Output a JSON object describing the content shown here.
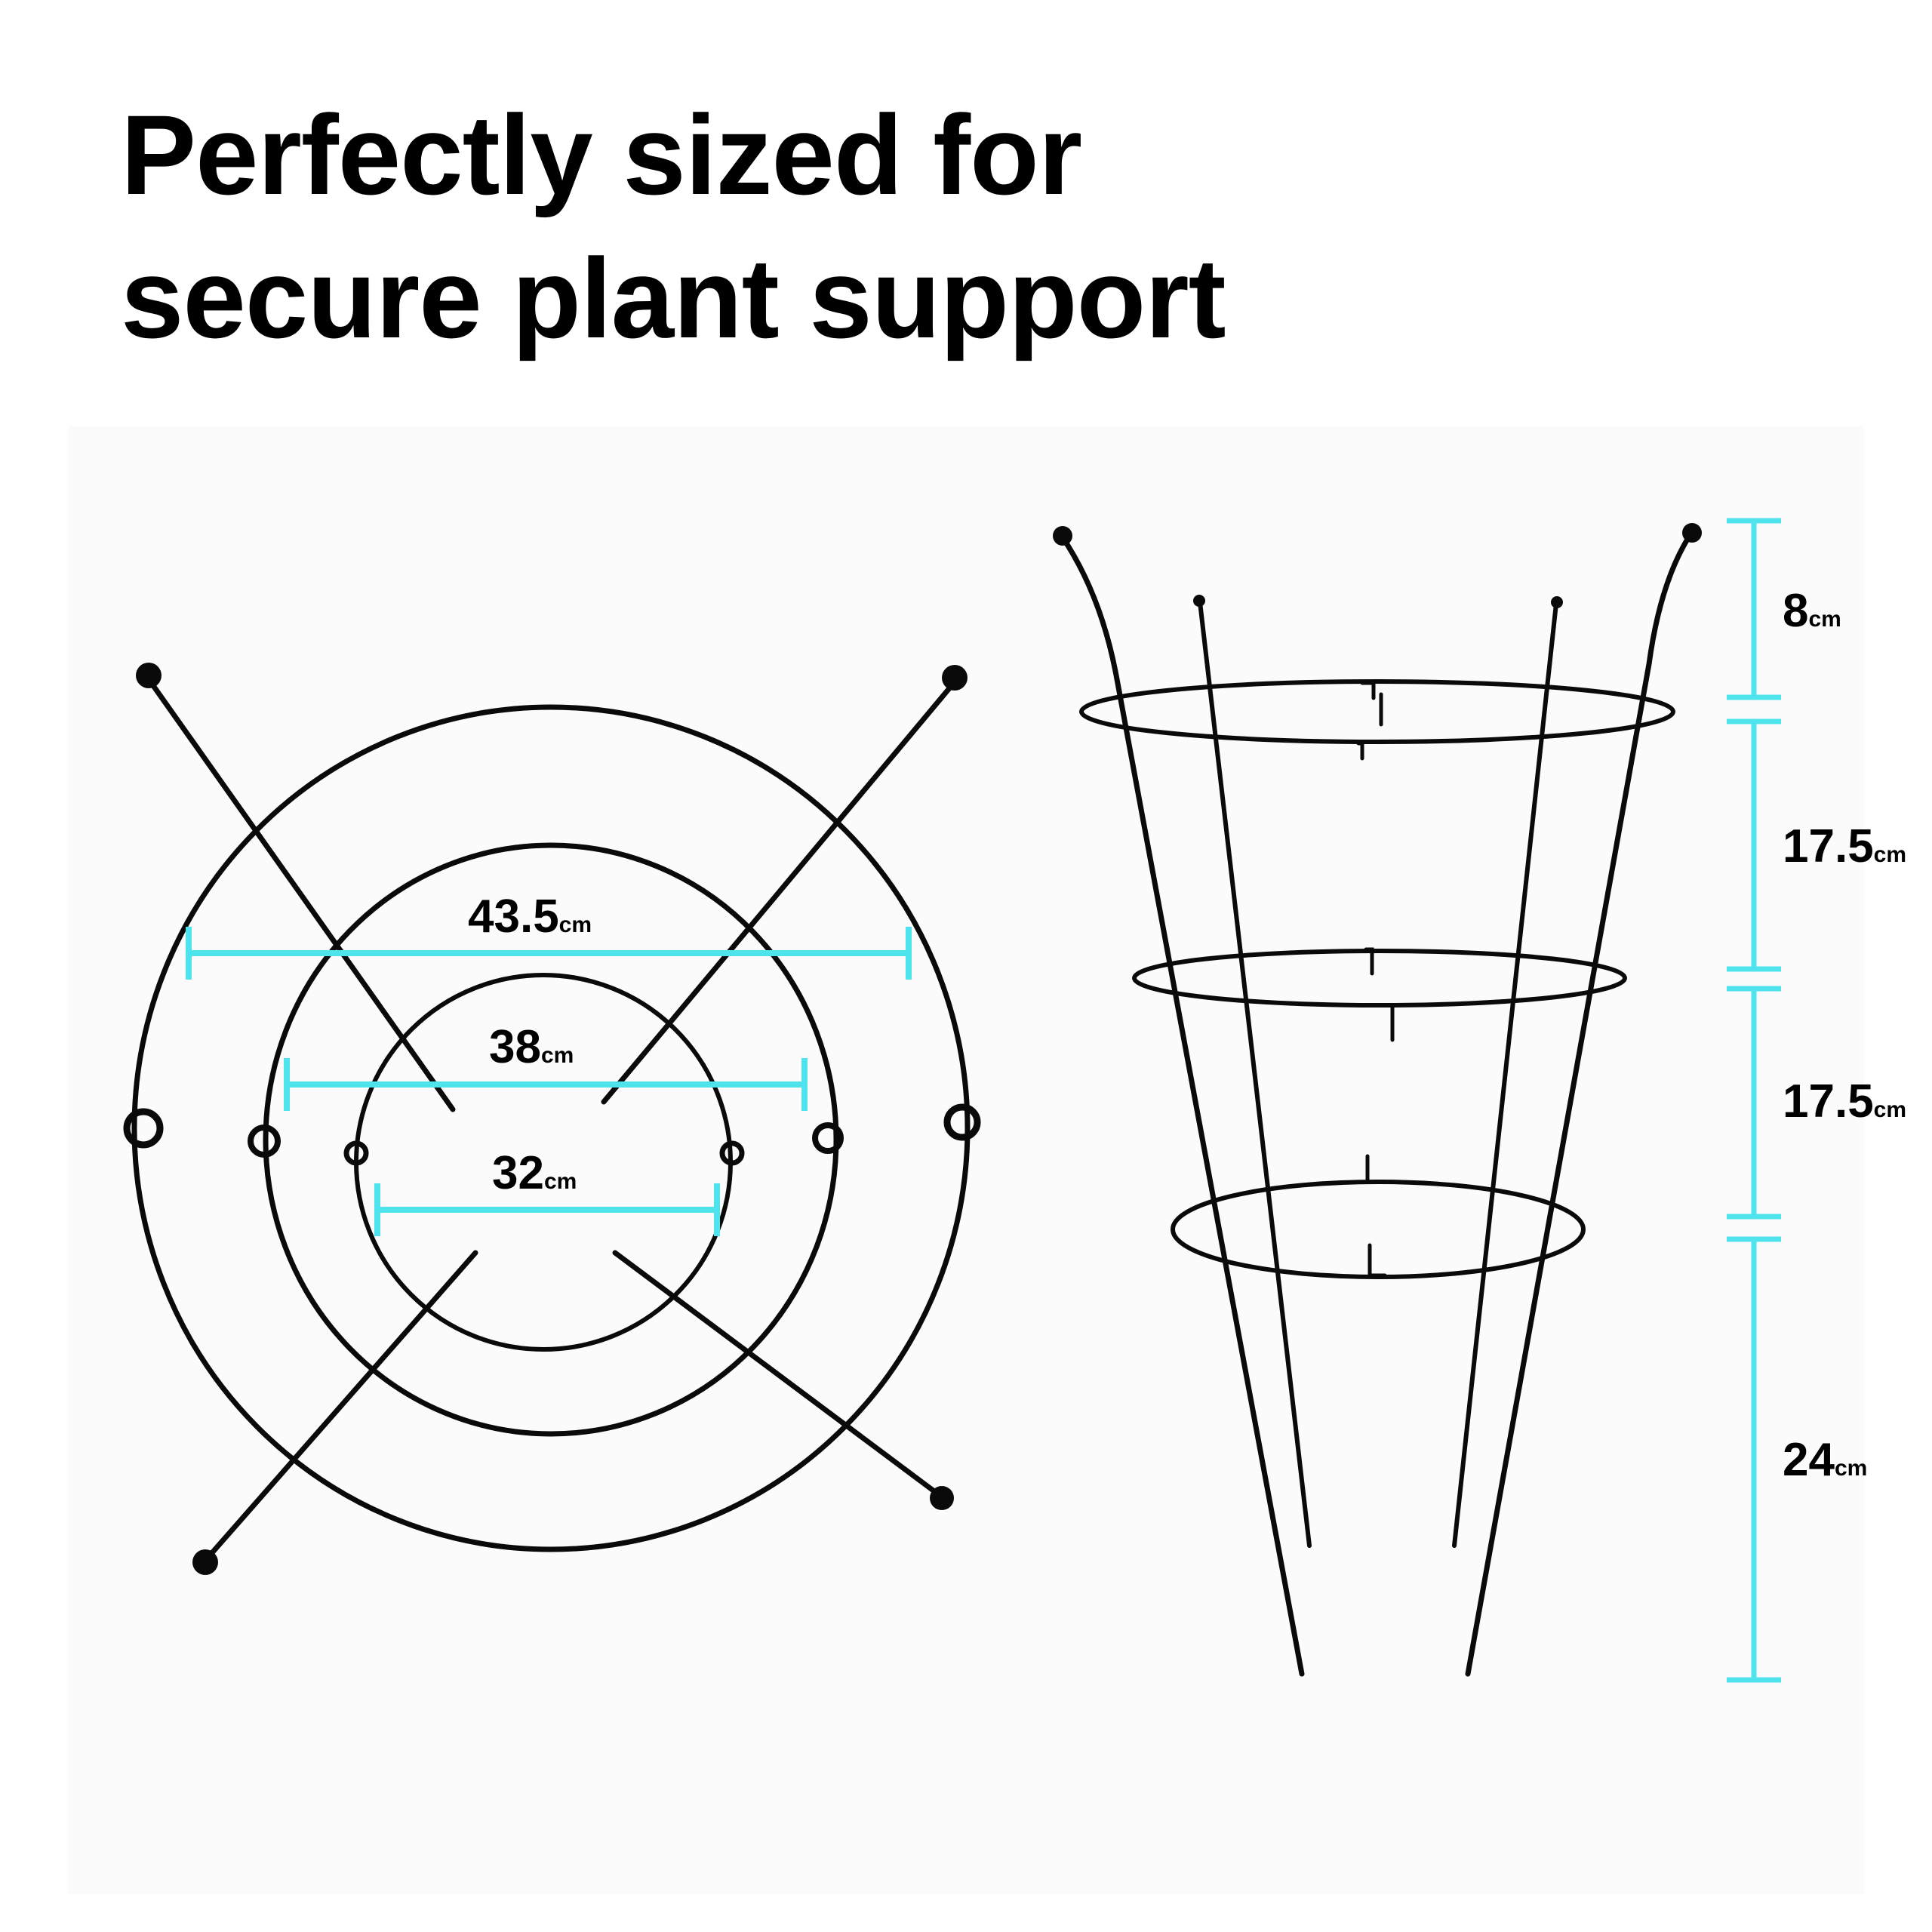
{
  "headline": {
    "line1": "Perfectly sized for",
    "line2": "secure plant support"
  },
  "unit": "cm",
  "colors": {
    "dimension_line": "#4fe3ee",
    "wire": "#0a0a0a"
  },
  "top_view": {
    "diameters": [
      {
        "value": "43.5"
      },
      {
        "value": "38"
      },
      {
        "value": "32"
      }
    ]
  },
  "side_view": {
    "heights": [
      {
        "value": "8"
      },
      {
        "value": "17.5"
      },
      {
        "value": "17.5"
      },
      {
        "value": "24"
      }
    ]
  }
}
